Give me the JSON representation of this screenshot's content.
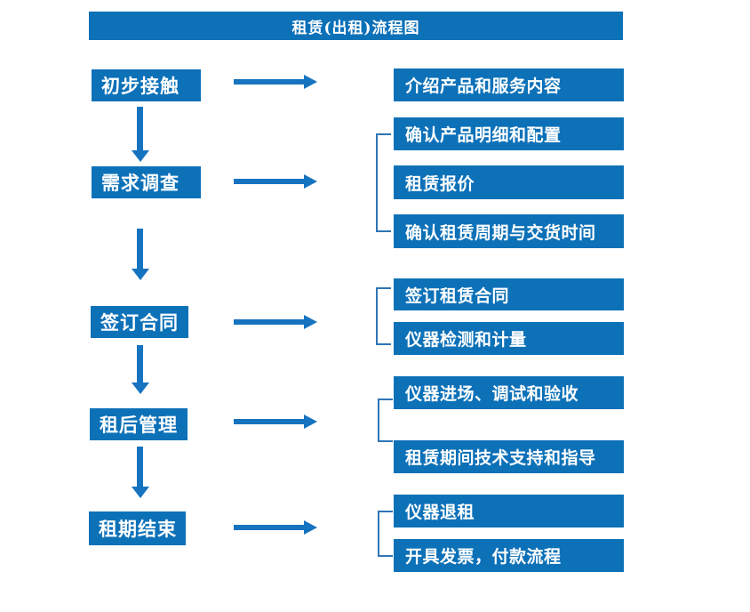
{
  "title": "租赁(出租)流程图",
  "colors": {
    "box_blue": "#0d71b8",
    "arrow_blue": "#1673c0",
    "bracket_blue": "#2e75b6",
    "text_white": "#ffffff",
    "background": "#ffffff"
  },
  "steps": [
    {
      "label": "初步接触",
      "details": [
        "介绍产品和服务内容"
      ]
    },
    {
      "label": "需求调查",
      "details": [
        "确认产品明细和配置",
        "租赁报价",
        "确认租赁周期与交货时间"
      ]
    },
    {
      "label": "签订合同",
      "details": [
        "签订租赁合同",
        "仪器检测和计量"
      ]
    },
    {
      "label": "租后管理",
      "details": [
        "仪器进场、调试和验收",
        "租赁期间技术支持和指导"
      ]
    },
    {
      "label": "租期结束",
      "details": [
        "仪器退租",
        "开具发票，付款流程"
      ]
    }
  ]
}
